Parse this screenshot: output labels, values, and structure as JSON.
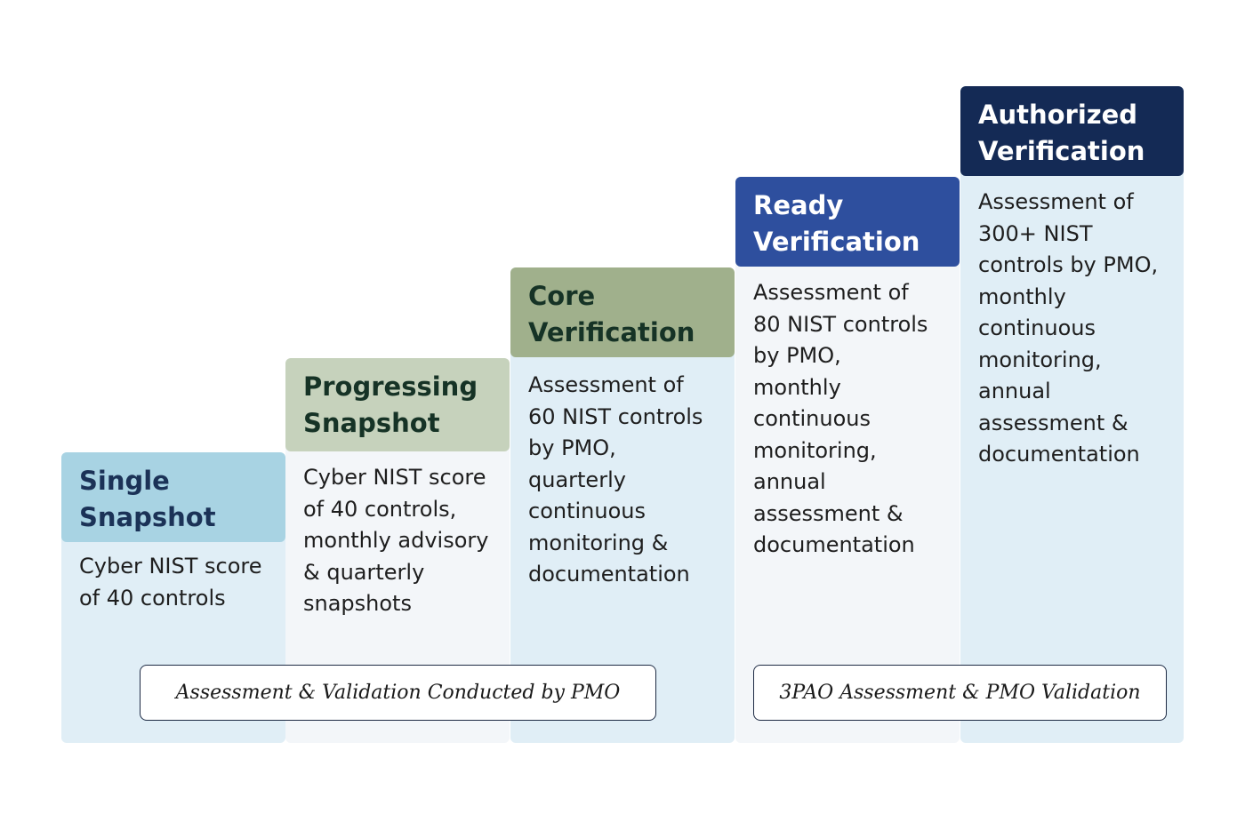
{
  "steps": [
    {
      "title_lines": [
        "Single",
        "Snapshot"
      ],
      "desc_lines": [
        "Cyber NIST score",
        "of 40 controls"
      ],
      "header_color": "#a8d3e3",
      "title_color": "#1b3257",
      "body_color": "#e0eef6"
    },
    {
      "title_lines": [
        "Progressing",
        "Snapshot"
      ],
      "desc_lines": [
        "Cyber NIST score",
        "of 40 controls,",
        "monthly advisory",
        "& quarterly",
        "snapshots"
      ],
      "header_color": "#c6d2bc",
      "title_color": "#163326",
      "body_color": "#f3f6f9"
    },
    {
      "title_lines": [
        "Core",
        "Verification"
      ],
      "desc_lines": [
        "Assessment of",
        "60 NIST controls",
        "by PMO,",
        "quarterly",
        "continuous",
        "monitoring &",
        "documentation"
      ],
      "header_color": "#a0b08c",
      "title_color": "#163326",
      "body_color": "#e0eef6"
    },
    {
      "title_lines": [
        "Ready",
        "Verification"
      ],
      "desc_lines": [
        "Assessment of",
        "80 NIST controls",
        "by PMO,",
        "monthly",
        "continuous",
        "monitoring,",
        "annual",
        "assessment &",
        "documentation"
      ],
      "header_color": "#2e4f9e",
      "title_color": "#ffffff",
      "body_color": "#f3f6f9"
    },
    {
      "title_lines": [
        "Authorized",
        "Verification"
      ],
      "desc_lines": [
        "Assessment of",
        "300+ NIST",
        "controls by PMO,",
        "monthly",
        "continuous",
        "monitoring,",
        "annual",
        "assessment &",
        "documentation"
      ],
      "header_color": "#142a55",
      "title_color": "#ffffff",
      "body_color": "#e0eef6"
    }
  ],
  "captions": {
    "pmo": "Assessment & Validation Conducted by PMO",
    "three_pao": "3PAO Assessment & PMO Validation"
  }
}
